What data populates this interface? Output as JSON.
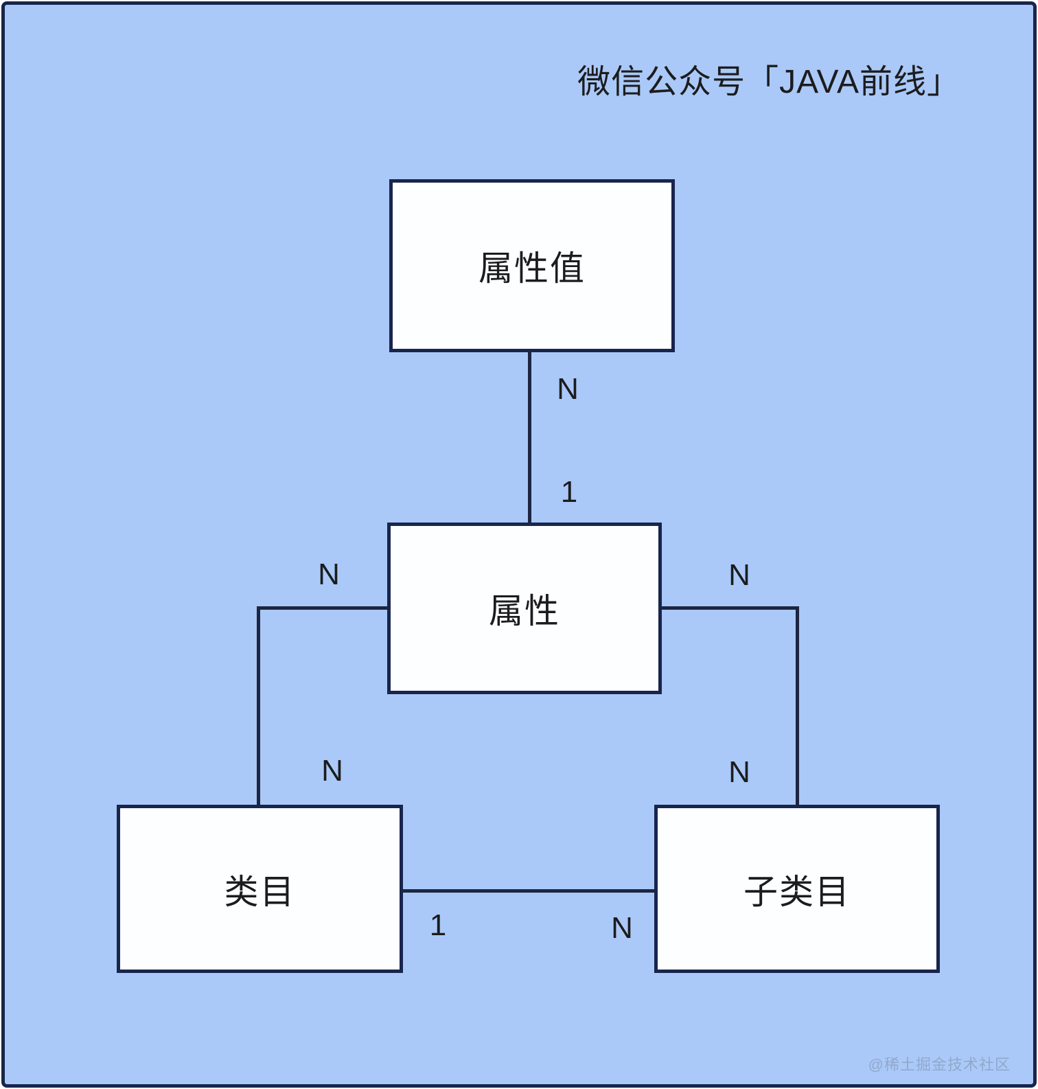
{
  "title": "微信公众号「JAVA前线」",
  "watermark": "@稀土掘金技术社区",
  "colors": {
    "background": "#aac9f8",
    "line": "#1d2540",
    "box_fill": "#fdfeff",
    "box_border": "#18254c",
    "text": "#1c1c1e",
    "watermark_text": "rgba(130,150,180,0.65)"
  },
  "diagram": {
    "type": "entity-relationship",
    "entities": [
      {
        "id": "attribute-value",
        "label": "属性值"
      },
      {
        "id": "attribute",
        "label": "属性"
      },
      {
        "id": "category",
        "label": "类目"
      },
      {
        "id": "subcategory",
        "label": "子类目"
      }
    ],
    "relationships": [
      {
        "from": "attribute-value",
        "to": "attribute",
        "from_cardinality": "N",
        "to_cardinality": "1"
      },
      {
        "from": "attribute",
        "to": "category",
        "from_cardinality": "N",
        "to_cardinality": "N"
      },
      {
        "from": "attribute",
        "to": "subcategory",
        "from_cardinality": "N",
        "to_cardinality": "N"
      },
      {
        "from": "category",
        "to": "subcategory",
        "from_cardinality": "1",
        "to_cardinality": "N"
      }
    ]
  }
}
